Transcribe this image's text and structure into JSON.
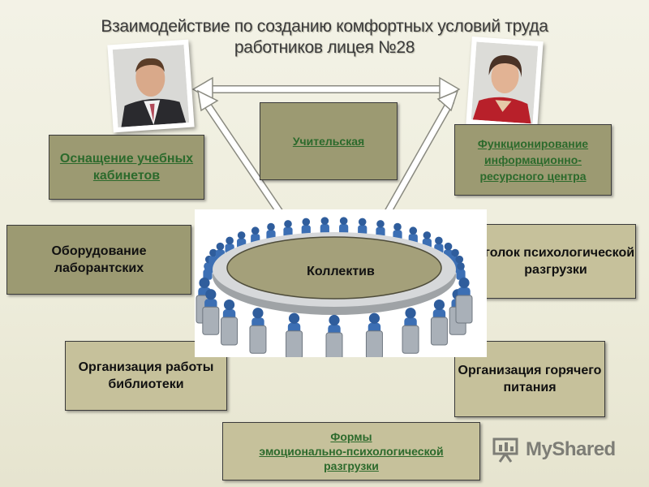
{
  "title": {
    "line1": "Взаимодействие по созданию комфортных условий труда",
    "line2": "работников  лицея №28"
  },
  "boxes": {
    "equipping": "Оснащение учебных кабинетов",
    "teachers_room": "Учительская",
    "info_center": "Функционирование информационно-ресурсного центра",
    "lab_equipment": "Оборудование лаборантских",
    "psycho_corner": "Уголок психологической разгрузки",
    "library": "Организация работы библиотеки",
    "hot_meals": "Организация горячего питания",
    "forms_line1": "Формы",
    "forms_line2": "эмоционально-психологической",
    "forms_line3": "разгрузки"
  },
  "center": {
    "label": "Коллектив"
  },
  "watermark": {
    "text": "MyShared"
  },
  "colors": {
    "box_olive": "#9c9a72",
    "box_khaki": "#c6c19b",
    "link_green": "#2c6a2c",
    "figure_blue": "#3c6fb4"
  }
}
